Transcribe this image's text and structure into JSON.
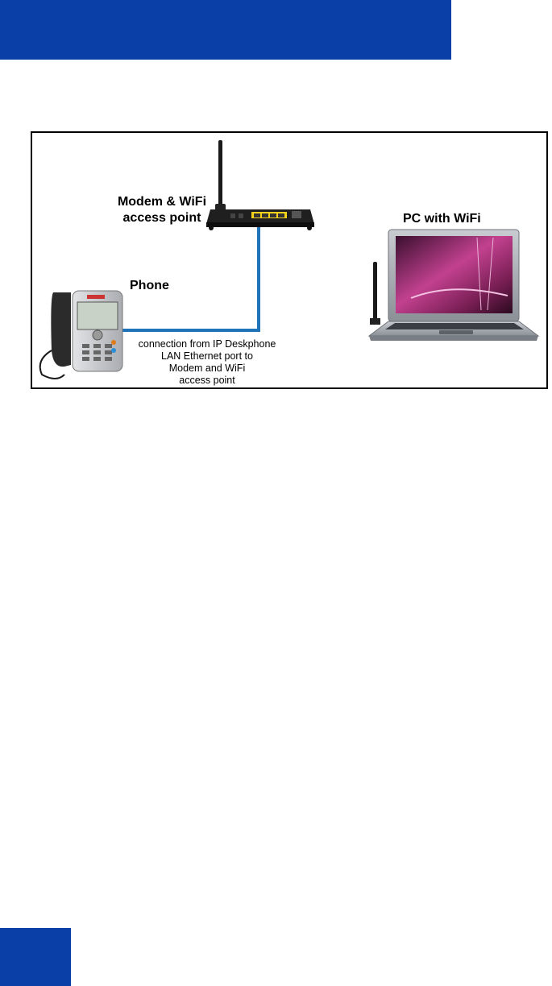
{
  "colors": {
    "brand_blue": "#0a3fa8",
    "cable_blue": "#1f73b8",
    "port_yellow": "#f2d21b"
  },
  "diagram": {
    "modem": {
      "label_line1": "Modem & WiFi",
      "label_line2": "access point",
      "icon": "wifi-router-icon"
    },
    "pc": {
      "label": "PC with WiFi",
      "icon": "laptop-icon"
    },
    "phone": {
      "label": "Phone",
      "icon": "ip-deskphone-icon"
    },
    "connection": {
      "line1": "connection from IP Deskphone",
      "line2": "LAN Ethernet port to",
      "line3": "Modem and WiFi",
      "line4": "access point"
    }
  }
}
